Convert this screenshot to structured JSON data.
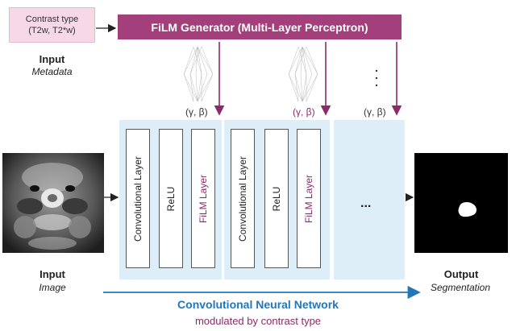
{
  "metadata": {
    "contrast_title": "Contrast type",
    "contrast_values": "(T2w, T2*w)",
    "input_label": "Input",
    "input_sublabel": "Metadata"
  },
  "film_generator": {
    "label": "FiLM Generator (Multi-Layer Perceptron)"
  },
  "gamma_beta": [
    "(γ, β)",
    "(γ, β)",
    "(γ, β)"
  ],
  "blocks": [
    {
      "layers": [
        "Convolutional Layer",
        "ReLU",
        "FiLM Layer"
      ]
    },
    {
      "layers": [
        "Convolutional Layer",
        "ReLU",
        "FiLM Layer"
      ]
    }
  ],
  "ellipsis": "...",
  "input_image": {
    "label": "Input",
    "sublabel": "Image"
  },
  "output_image": {
    "label": "Output",
    "sublabel": "Segmentation"
  },
  "network": {
    "title": "Convolutional Neural Network",
    "subtitle": "modulated by contrast type"
  },
  "colors": {
    "film_generator": "#a33f7b",
    "metadata_box": "#f6d8e7",
    "panel": "#ddeef9",
    "film_text": "#8c2a6a",
    "cnn_blue": "#2277b8"
  }
}
